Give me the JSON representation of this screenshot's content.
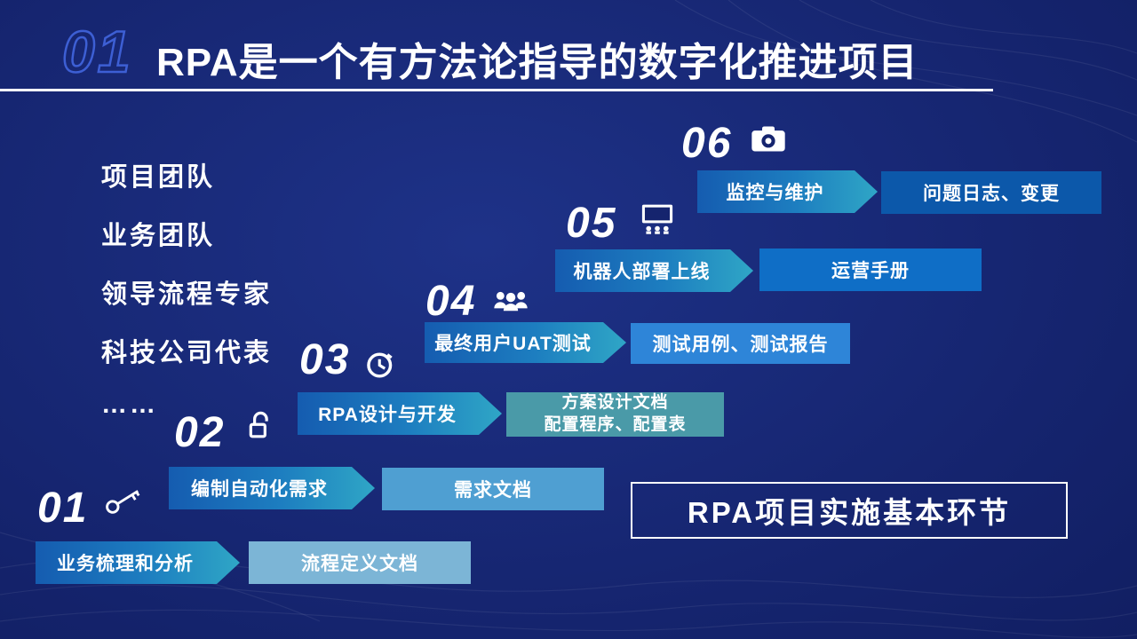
{
  "header": {
    "number": "01",
    "title": "RPA是一个有方法论指导的数字化推进项目"
  },
  "team_list": {
    "items": [
      "项目团队",
      "业务团队",
      "领导流程专家",
      "科技公司代表",
      "……"
    ]
  },
  "steps": [
    {
      "number": "01",
      "icon": "key-icon",
      "label": "业务梳理和分析",
      "output": "流程定义文档",
      "output_color": "#7cb5d6"
    },
    {
      "number": "02",
      "icon": "lock-icon",
      "label": "编制自动化需求",
      "output": "需求文档",
      "output_color": "#4f9fd2"
    },
    {
      "number": "03",
      "icon": "clock-icon",
      "label": "RPA设计与开发",
      "output": "方案设计文档\n配置程序、配置表",
      "output_color": "#4a9aa8"
    },
    {
      "number": "04",
      "icon": "users-icon",
      "label": "最终用户UAT测试",
      "output": "测试用例、测试报告",
      "output_color": "#2e85d8"
    },
    {
      "number": "05",
      "icon": "monitor-icon",
      "label": "机器人部署上线",
      "output": "运营手册",
      "output_color": "#0f6ec6"
    },
    {
      "number": "06",
      "icon": "camera-icon",
      "label": "监控与维护",
      "output": "问题日志、变更",
      "output_color": "#0c58aa"
    }
  ],
  "footer_box": {
    "label": "RPA项目实施基本环节"
  },
  "colors": {
    "background": "#15246e",
    "arrow_gradient_start": "#155cb0",
    "arrow_gradient_end": "#2fa6c6",
    "header_number_outline": "#3d5fd4",
    "title_text": "#ffffff"
  }
}
